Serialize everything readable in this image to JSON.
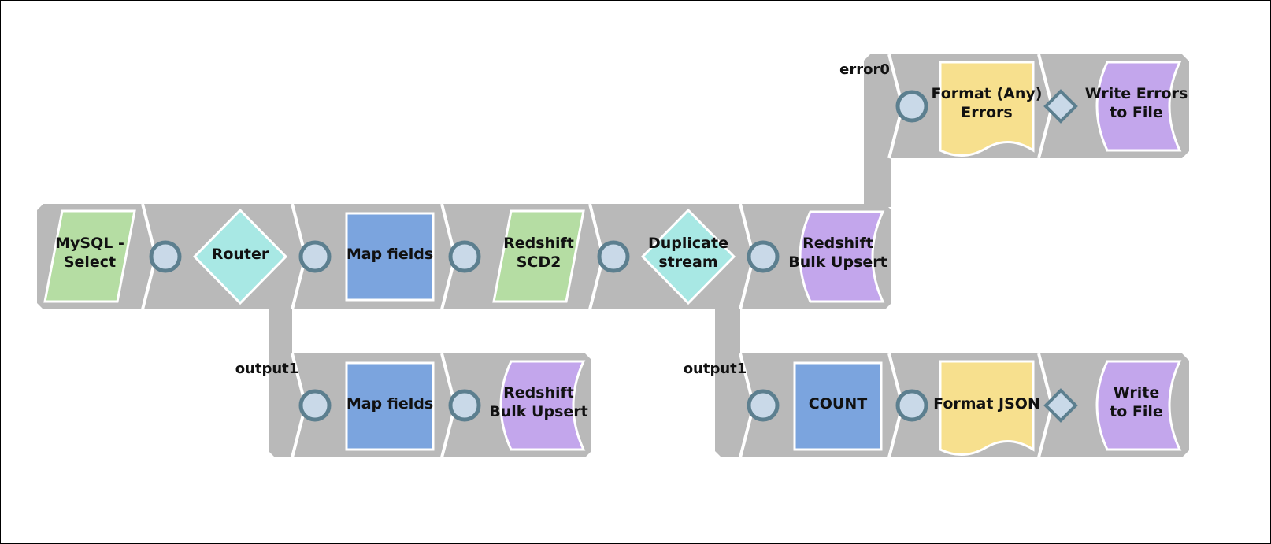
{
  "pipeline": {
    "colors": {
      "track": "#b9b9b9",
      "reader_green": "#b5dda3",
      "router_teal": "#a8e8e4",
      "mapper_blue": "#7ba4de",
      "writer_purple": "#c3a6ec",
      "formatter_yellow": "#f7e08e",
      "port_fill": "#c9d9e8",
      "port_stroke": "#5c7f8f"
    },
    "main_row": {
      "snaps": [
        {
          "label_line1": "MySQL -",
          "label_line2": "Select",
          "icon": "parallelogram-reader"
        },
        {
          "label_line1": "Router",
          "label_line2": "",
          "icon": "diamond-router"
        },
        {
          "label_line1": "Map fields",
          "label_line2": "",
          "icon": "square-mapper"
        },
        {
          "label_line1": "Redshift",
          "label_line2": "SCD2",
          "icon": "parallelogram-reader"
        },
        {
          "label_line1": "Duplicate",
          "label_line2": "stream",
          "icon": "diamond-router"
        },
        {
          "label_line1": "Redshift",
          "label_line2": "Bulk Upsert",
          "icon": "scroll-writer"
        }
      ]
    },
    "error_row": {
      "port_label": "error0",
      "snaps": [
        {
          "label_line1": "Format (Any)",
          "label_line2": "Errors",
          "icon": "document-formatter"
        },
        {
          "label_line1": "Write Errors",
          "label_line2": "to File",
          "icon": "scroll-writer"
        }
      ]
    },
    "router_output_row": {
      "port_label": "output1",
      "snaps": [
        {
          "label_line1": "Map fields",
          "label_line2": "",
          "icon": "square-mapper"
        },
        {
          "label_line1": "Redshift",
          "label_line2": "Bulk Upsert",
          "icon": "scroll-writer"
        }
      ]
    },
    "duplicate_output_row": {
      "port_label": "output1",
      "snaps": [
        {
          "label_line1": "COUNT",
          "label_line2": "",
          "icon": "square-mapper"
        },
        {
          "label_line1": "Format JSON",
          "label_line2": "",
          "icon": "document-formatter"
        },
        {
          "label_line1": "Write",
          "label_line2": "to File",
          "icon": "scroll-writer"
        }
      ]
    }
  }
}
